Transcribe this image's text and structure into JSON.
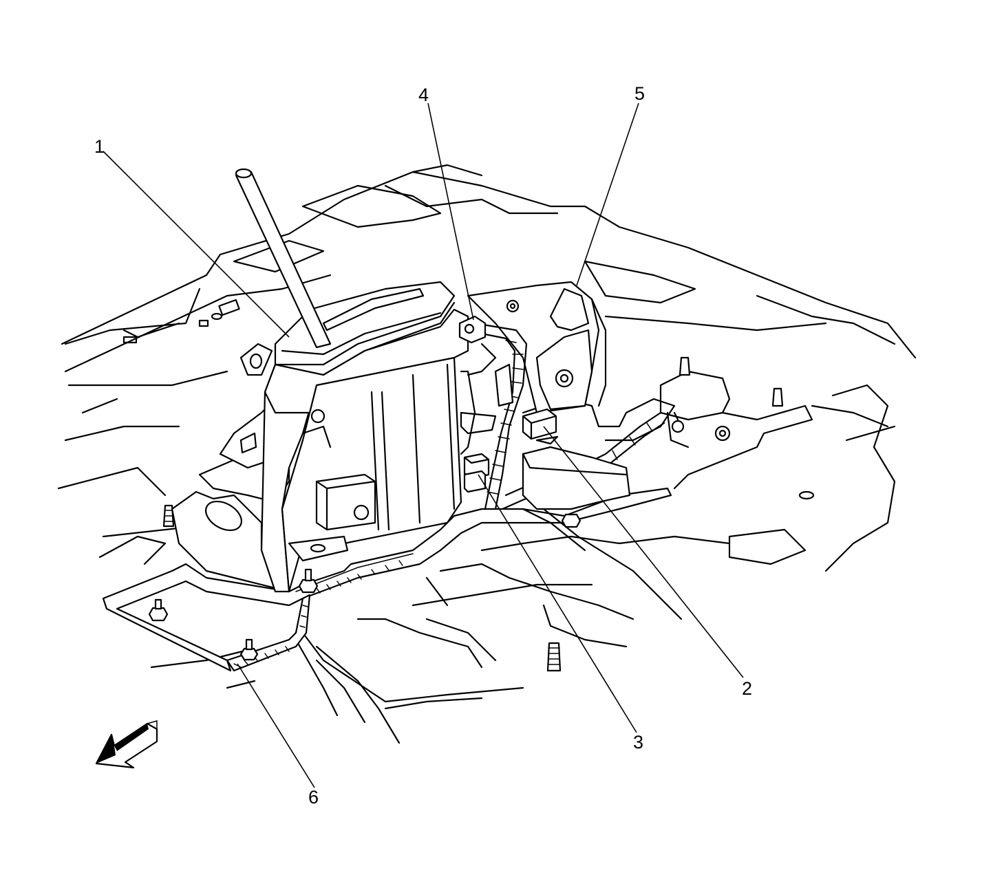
{
  "callouts": [
    {
      "id": "1",
      "label": "1"
    },
    {
      "id": "2",
      "label": "2"
    },
    {
      "id": "3",
      "label": "3"
    },
    {
      "id": "4",
      "label": "4"
    },
    {
      "id": "5",
      "label": "5"
    },
    {
      "id": "6",
      "label": "6"
    }
  ],
  "icons": {
    "direction_arrow": "front-direction-arrow-icon"
  }
}
